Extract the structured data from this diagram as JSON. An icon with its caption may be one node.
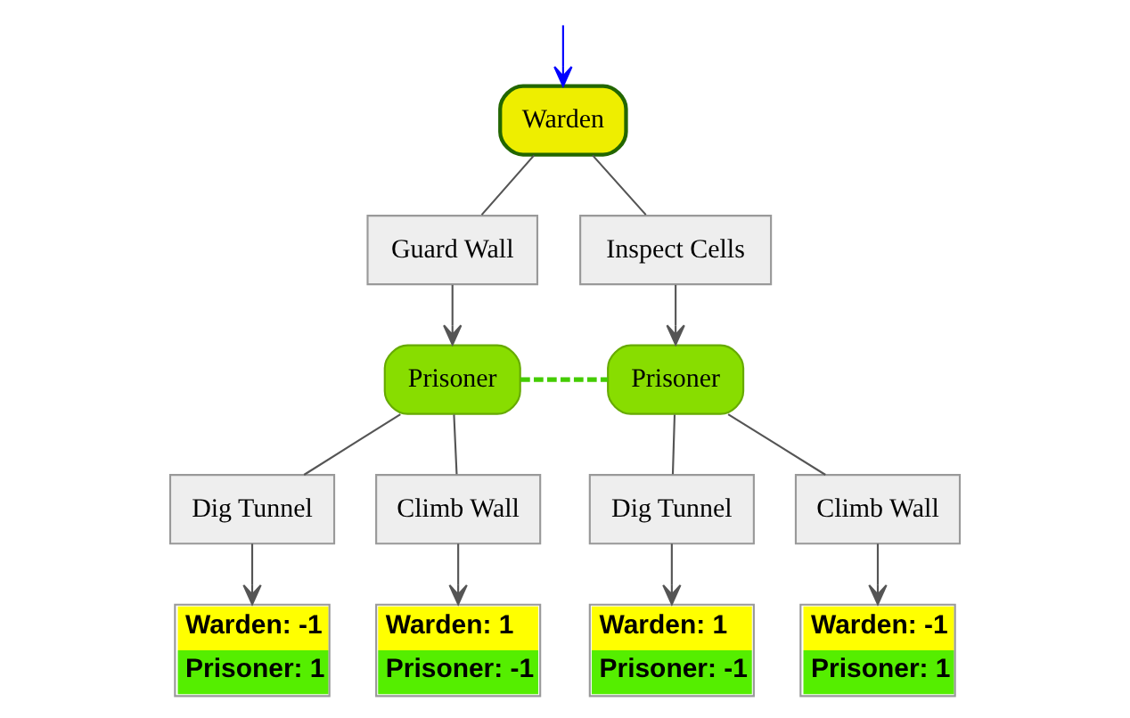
{
  "diagram": {
    "nodes": [
      {
        "text": [
          "Warden"
        ]
      },
      {
        "text": [
          "Guard Wall"
        ]
      },
      {
        "text": [
          "Inspect Cells"
        ]
      },
      {
        "text": [
          "Prisoner"
        ]
      },
      {
        "text": [
          "Prisoner"
        ]
      },
      {
        "text": [
          "Dig Tunnel"
        ]
      },
      {
        "text": [
          "Climb Wall"
        ]
      },
      {
        "text": [
          "Dig Tunnel"
        ]
      },
      {
        "text": [
          "Climb Wall"
        ]
      },
      {
        "text": [
          "Warden: -1",
          "Prisoner: 1"
        ]
      },
      {
        "text": [
          "Warden: 1",
          "Prisoner: -1"
        ]
      },
      {
        "text": [
          "Warden: 1",
          "Prisoner: -1"
        ]
      },
      {
        "text": [
          "Warden: -1",
          "Prisoner: 1"
        ]
      }
    ],
    "edges": [
      {
        "from": null,
        "to": 0,
        "arrow": "to",
        "color": "#0000ff"
      },
      {
        "from": 0,
        "to": 1,
        "arrow": "none"
      },
      {
        "from": 0,
        "to": 2,
        "arrow": "none"
      },
      {
        "from": 1,
        "to": 3,
        "arrow": "to"
      },
      {
        "from": 2,
        "to": 4,
        "arrow": "to"
      },
      {
        "from": 3,
        "to": 4,
        "arrow": "none",
        "style": "dashed",
        "color": "#44cc00"
      },
      {
        "from": 3,
        "to": 5,
        "arrow": "none"
      },
      {
        "from": 3,
        "to": 6,
        "arrow": "none"
      },
      {
        "from": 4,
        "to": 7,
        "arrow": "none"
      },
      {
        "from": 4,
        "to": 8,
        "arrow": "none"
      },
      {
        "from": 5,
        "to": 9,
        "arrow": "to"
      },
      {
        "from": 6,
        "to": 10,
        "arrow": "to"
      },
      {
        "from": 7,
        "to": 11,
        "arrow": "to"
      },
      {
        "from": 8,
        "to": 12,
        "arrow": "to"
      }
    ]
  }
}
